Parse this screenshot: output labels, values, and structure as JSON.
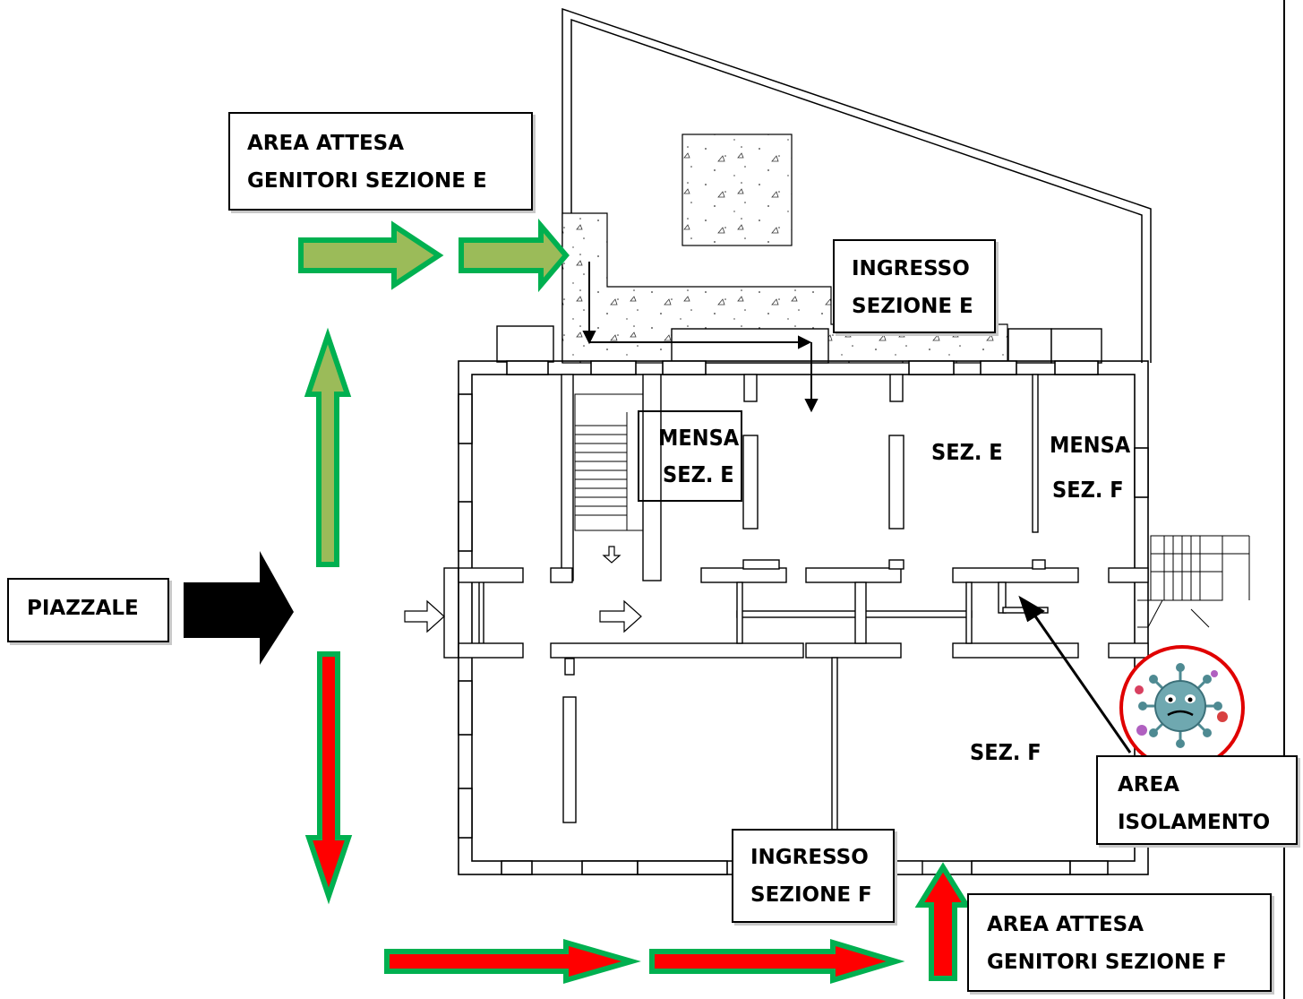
{
  "labels": {
    "area_attesa_e": [
      "AREA ATTESA",
      "GENITORI SEZIONE E"
    ],
    "ingresso_e": [
      "INGRESSO",
      "SEZIONE E"
    ],
    "piazzale": "PIAZZALE",
    "ingresso_f": [
      "INGRESSO",
      "SEZIONE F"
    ],
    "area_isolamento": [
      "AREA",
      "ISOLAMENTO"
    ],
    "area_attesa_f": [
      "AREA ATTESA",
      "GENITORI SEZIONE F"
    ]
  },
  "rooms": {
    "mensa_e": [
      "MENSA",
      "SEZ. E"
    ],
    "sez_e": "SEZ. E",
    "mensa_f": [
      "MENSA",
      "SEZ. F"
    ],
    "sez_f": "SEZ. F"
  },
  "colors": {
    "arrow_green_fill": "#9bbb59",
    "arrow_green_border": "#00b050",
    "arrow_red_fill": "#ff0000",
    "arrow_black": "#000000",
    "virus_ring": "#e00000",
    "virus_body": "#6fa8b0"
  },
  "icons": [
    "virus-icon"
  ]
}
